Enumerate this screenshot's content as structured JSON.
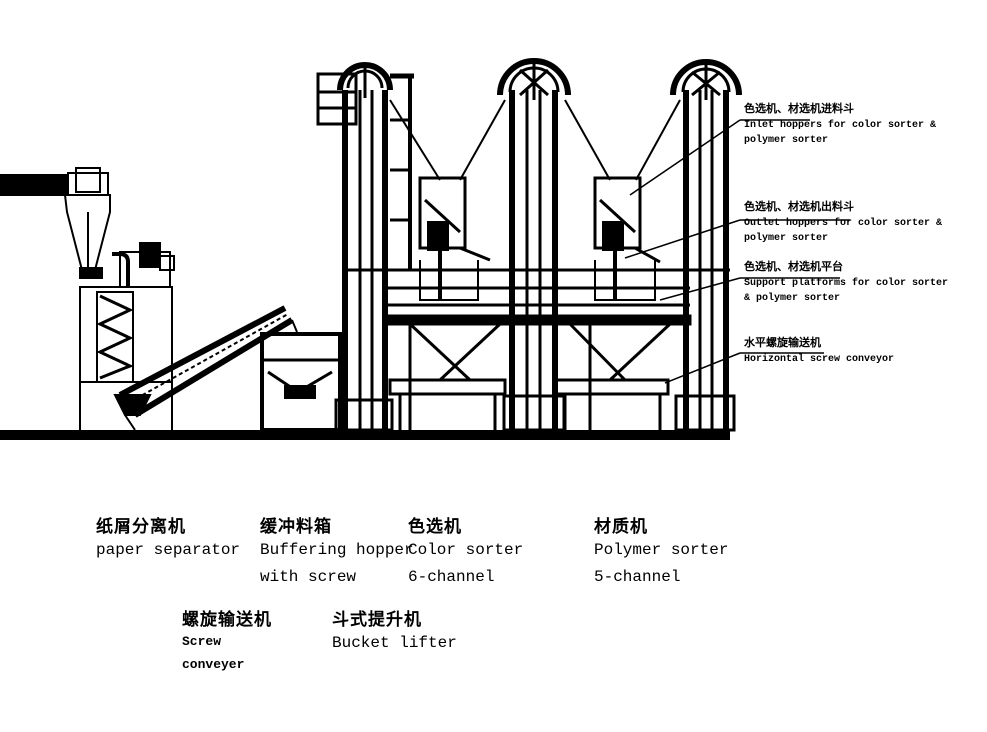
{
  "callouts": [
    {
      "zh": "色选机、材选机进料斗",
      "en": "Inlet hoppers for color sorter & polymer sorter"
    },
    {
      "zh": "色选机、材选机出料斗",
      "en": "Outlet hoppers for color sorter & polymer sorter"
    },
    {
      "zh": "色选机、材选机平台",
      "en": "Support platforms for color sorter & polymer sorter"
    },
    {
      "zh": "水平螺旋输送机",
      "en": "Horizontal screw conveyor"
    }
  ],
  "legend": [
    {
      "zh": "纸屑分离机",
      "en": "paper separator"
    },
    {
      "zh": "缓冲料箱",
      "en": "Buffering hopper\nwith screw"
    },
    {
      "zh": "色选机",
      "en": "Color sorter\n6-channel"
    },
    {
      "zh": "材质机",
      "en": "Polymer sorter\n5-channel"
    },
    {
      "zh": "螺旋输送机",
      "en": "Screw\nconveyer"
    },
    {
      "zh": "斗式提升机",
      "en": "Bucket lifter"
    }
  ]
}
